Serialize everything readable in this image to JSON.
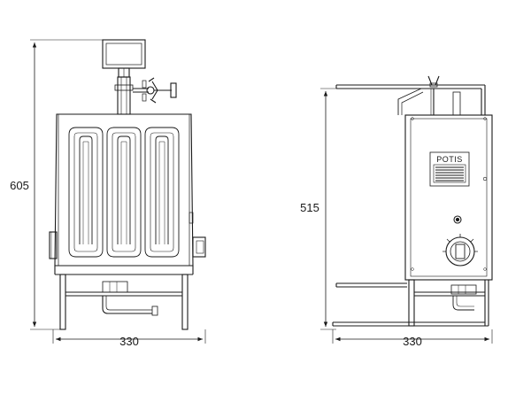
{
  "front_view": {
    "height_dimension": "605",
    "width_dimension": "330"
  },
  "side_view": {
    "height_dimension": "515",
    "width_dimension": "330",
    "brand_plate": "POTIS"
  },
  "colors": {
    "line": "#1a1a1a",
    "dimension_line": "#333333",
    "background": "#ffffff"
  }
}
